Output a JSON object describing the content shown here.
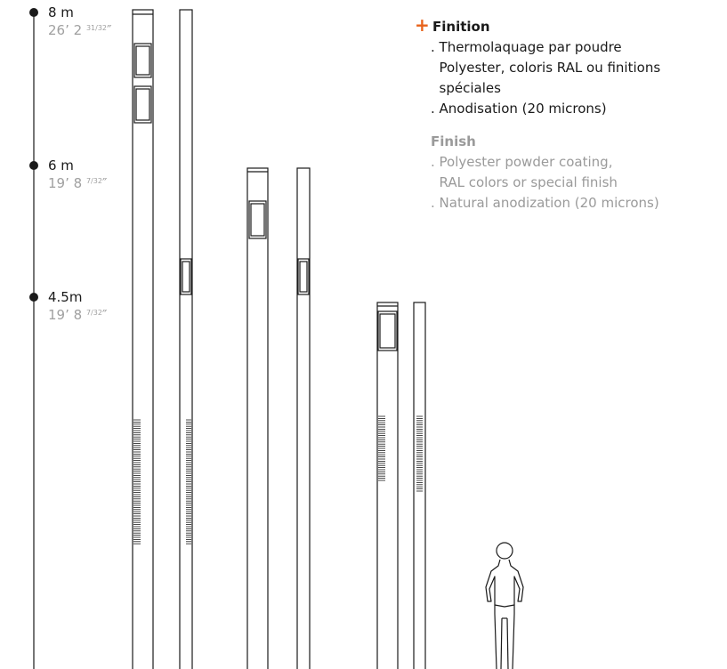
{
  "scale": {
    "marks": [
      {
        "metric": "8 m",
        "imperial_main": "26’ 2 ",
        "imperial_frac": "31/32",
        "imperial_unit": "″"
      },
      {
        "metric": "6 m",
        "imperial_main": "19’ 8 ",
        "imperial_frac": "7/32",
        "imperial_unit": "″"
      },
      {
        "metric": "4.5m",
        "imperial_main": "19’ 8 ",
        "imperial_frac": "7/32",
        "imperial_unit": "″"
      }
    ]
  },
  "finish": {
    "plus": "+",
    "title_fr": "Finition",
    "fr_lines": [
      ". Thermolaquage par poudre",
      "  Polyester, coloris RAL ou finitions",
      "  spéciales",
      ". Anodisation (20 microns)"
    ],
    "title_en": "Finish",
    "en_lines": [
      ". Polyester powder coating,",
      "  RAL colors or special finish",
      ". Natural anodization (20 microns)"
    ]
  },
  "icons": {
    "person": "human-silhouette-icon"
  }
}
